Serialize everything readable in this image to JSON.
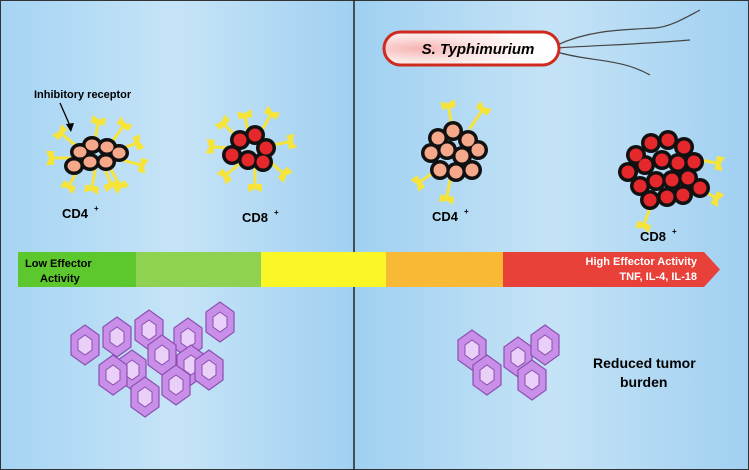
{
  "bacterium": {
    "label": "S. Typhimurium"
  },
  "left_panel": {
    "receptor_label": "Inhibitory receptor",
    "cd4_label": "CD4",
    "cd8_label": "CD8",
    "superscript": "+"
  },
  "right_panel": {
    "cd4_label": "CD4",
    "cd8_label": "CD8",
    "superscript": "+",
    "tumor_caption_line1": "Reduced tumor",
    "tumor_caption_line2": "burden"
  },
  "activity_bar": {
    "low_line1": "Low Effector",
    "low_line2": "Activity",
    "high_line1": "High Effector Activity",
    "high_line2": "TNF, IL-4, IL-18",
    "segments": [
      "#5cc82e",
      "#8fd150",
      "#fbf726",
      "#f8b934",
      "#e8413a"
    ]
  },
  "colors": {
    "cd4_cell": "#f5a98a",
    "cd8_cell": "#e5282c",
    "receptor": "#f6e43a",
    "tumor_fill": "#c98fe8",
    "tumor_nucleus": "#ead0f8",
    "bacterium_body": "#f3a2a0"
  }
}
